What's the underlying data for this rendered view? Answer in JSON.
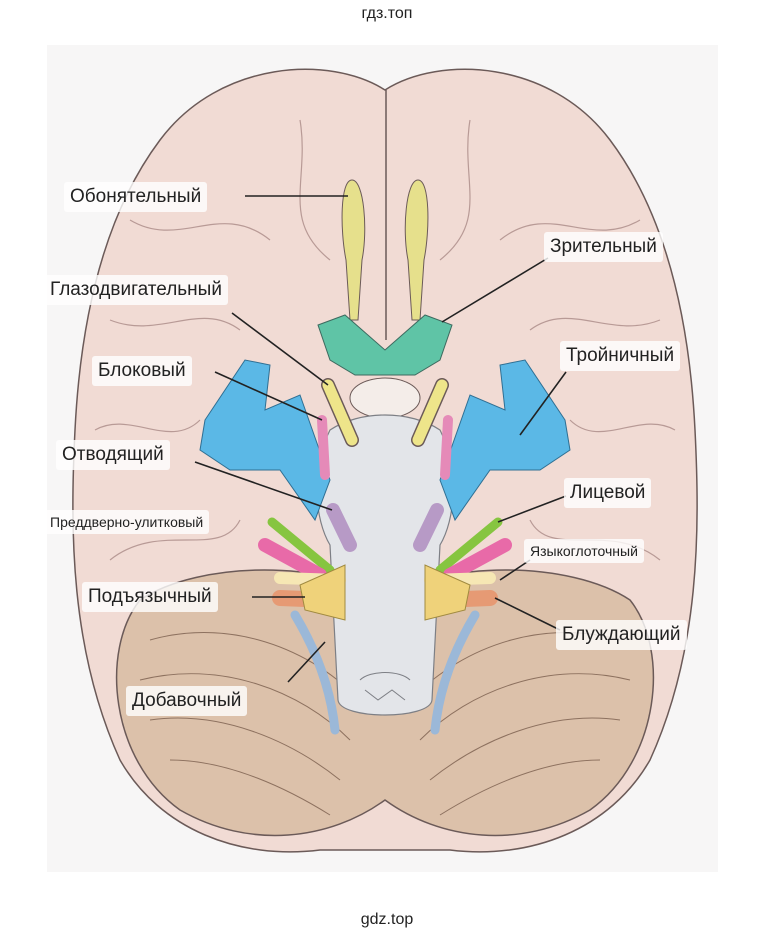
{
  "header": {
    "watermark": "гдз.топ"
  },
  "footer": {
    "watermark": "gdz.top"
  },
  "labels": {
    "olfactory": "Обонятельный",
    "optic": "Зрительный",
    "oculomotor": "Глазодвигательный",
    "trigeminal": "Тройничный",
    "trochlear": "Блоковый",
    "abducens": "Отводящий",
    "facial": "Лицевой",
    "vestibulocochlear": "Преддверно-улитковый",
    "glossopharyngeal": "Языкоглоточный",
    "hypoglossal": "Подъязычный",
    "vagus": "Блуждающий",
    "accessory": "Добавочный"
  },
  "colors": {
    "brain": "#f1dbd4",
    "cerebellum": "#dcc1aa",
    "stem": "#e3e5e9",
    "olfactory": "#e6e08c",
    "optic": "#5fc4a6",
    "trigeminal": "#5bb8e6",
    "trochlear": "#e58ab8",
    "oculomotor": "#eee58a",
    "abducens": "#b79ac6",
    "facial": "#86c540",
    "glossopharyngeal": "#f6e7b4",
    "vagus": "#e69a74",
    "accessory": "#9bb8d8",
    "hypoglossal": "#efd27a"
  }
}
